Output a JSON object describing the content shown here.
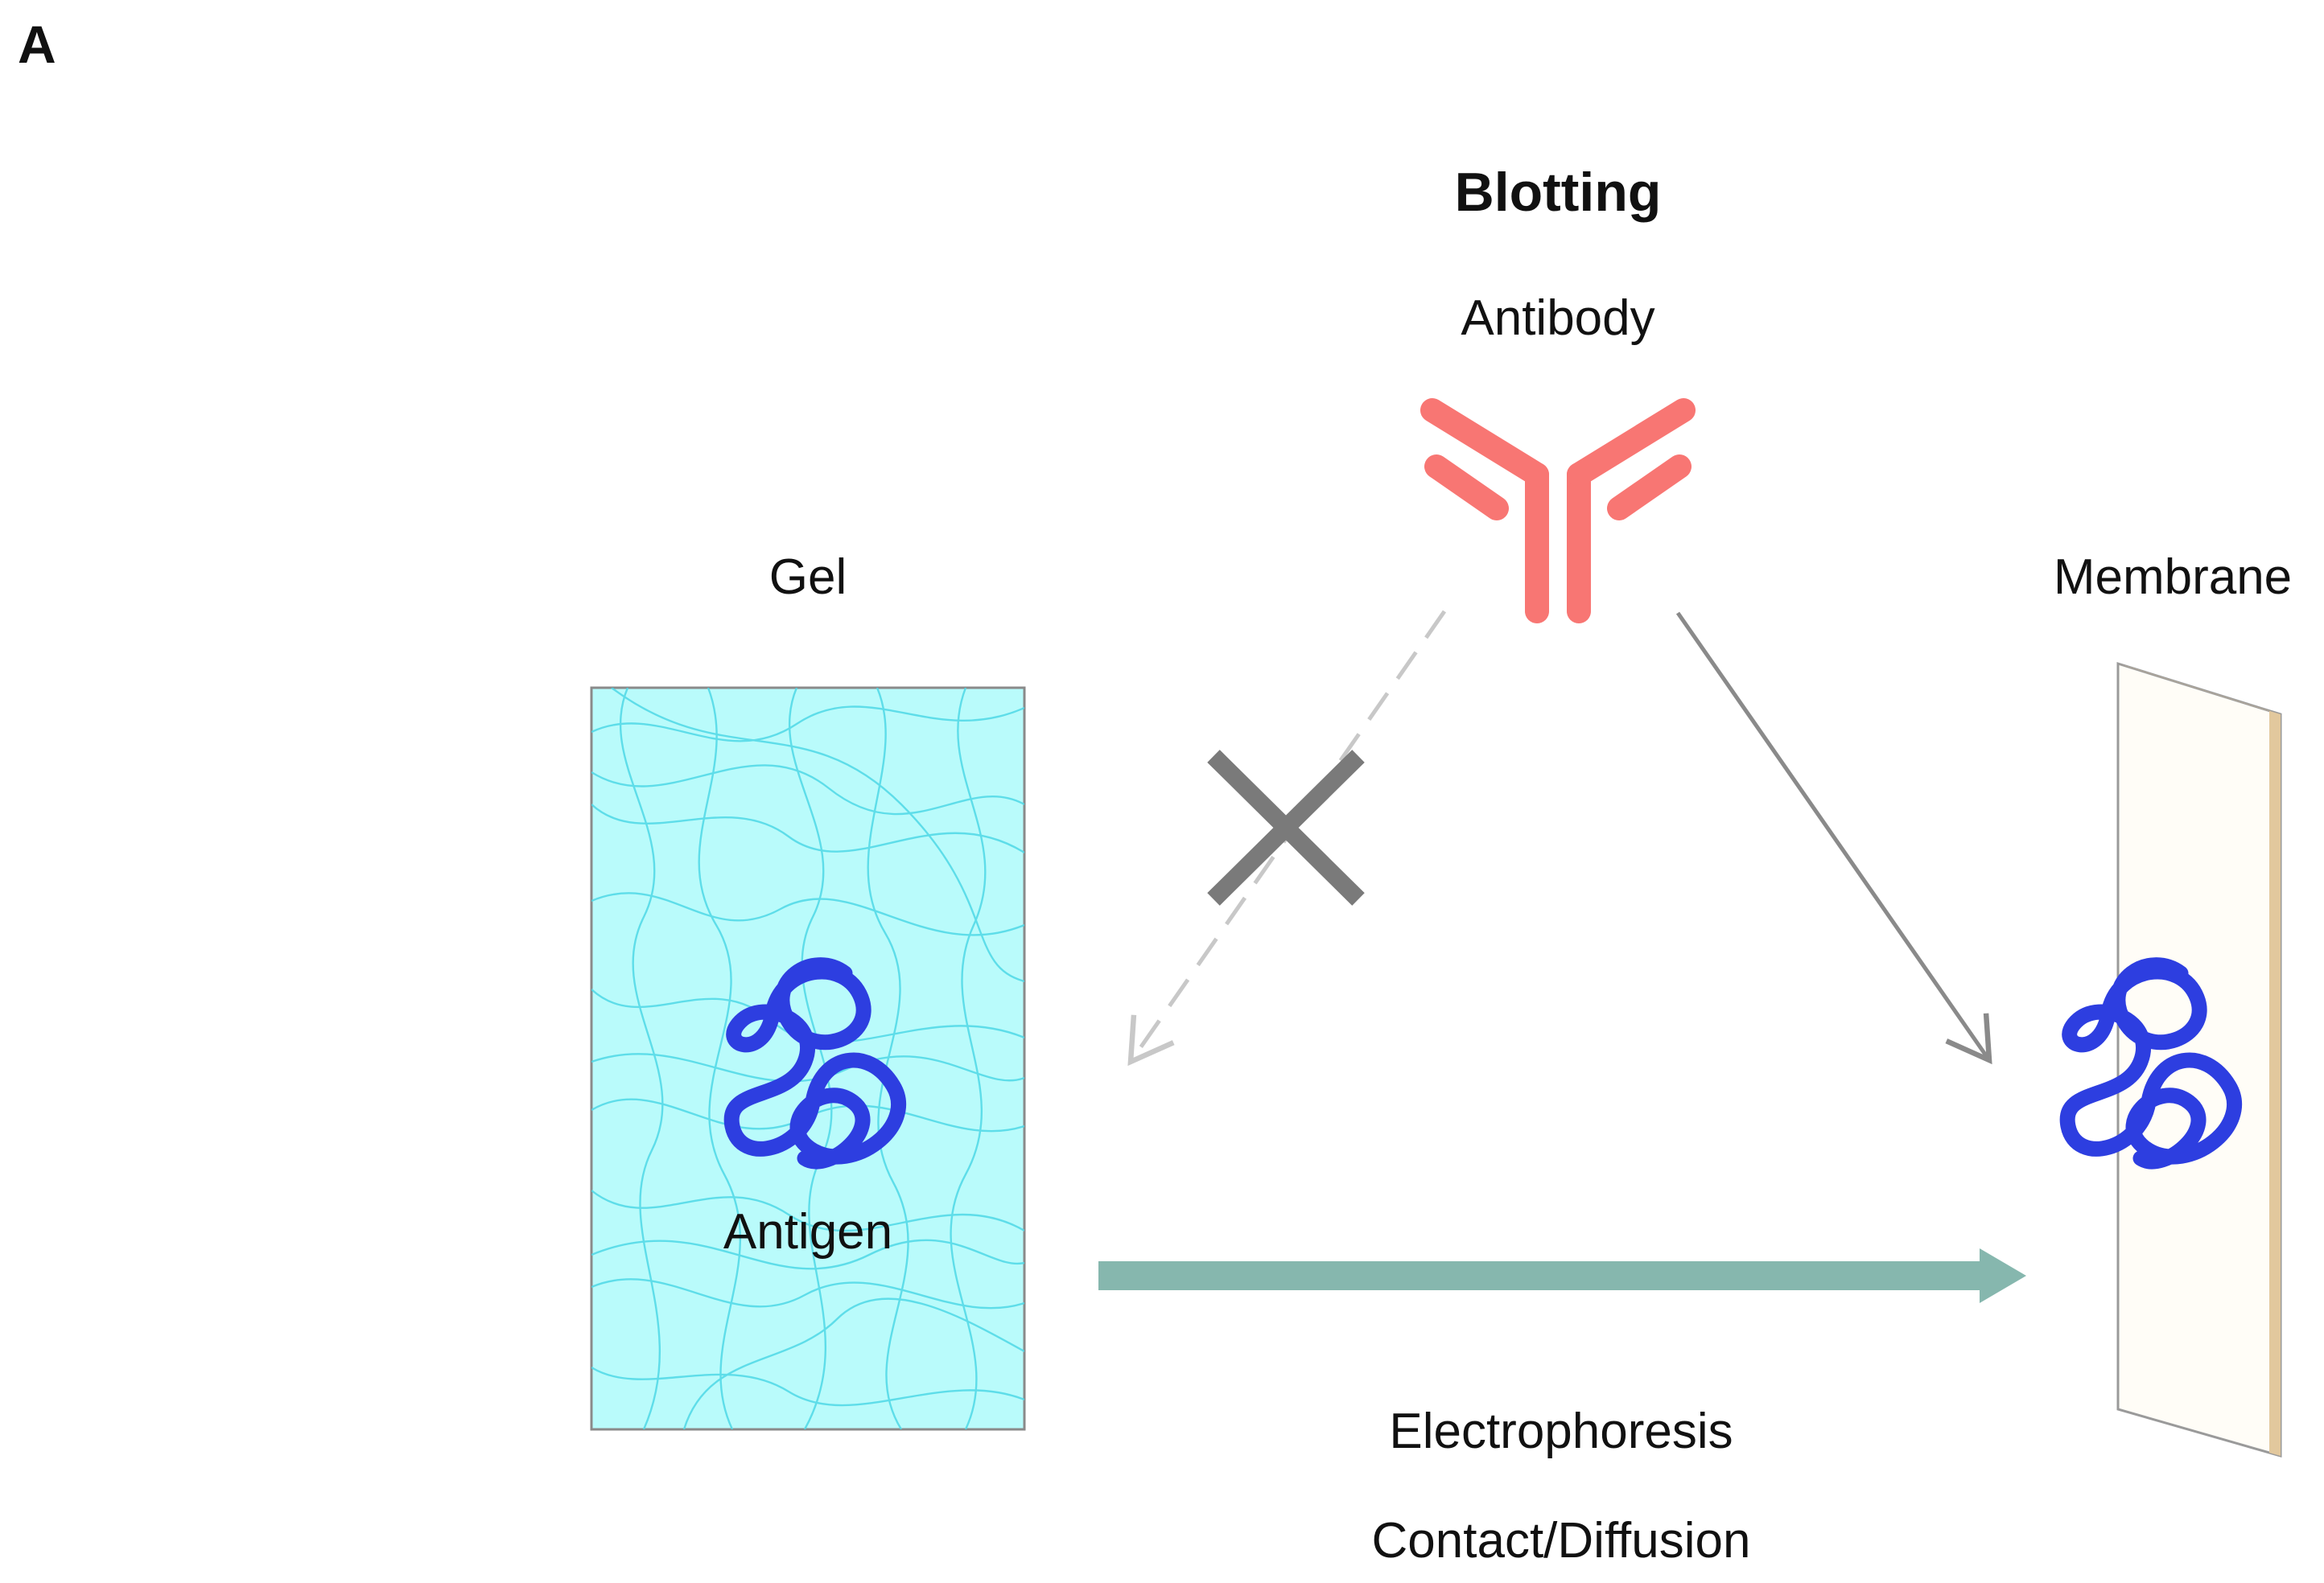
{
  "panel_label": "A",
  "title": "Blotting",
  "labels": {
    "antibody": "Antibody",
    "gel": "Gel",
    "membrane": "Membrane",
    "antigen": "Antigen",
    "process_line1": "Electrophoresis",
    "process_line2": "Contact/Diffusion"
  },
  "colors": {
    "antibody": "#f87673",
    "gel_fill": "#b9fbfb",
    "gel_fibers": "#4fd8e6",
    "gel_border": "#8a8a8a",
    "antigen": "#2d3ee0",
    "membrane_face": "#fffdf7",
    "membrane_edge": "#e2c89d",
    "transfer_arrow": "#86b7ae",
    "blocked_arrow": "#c8c8c8",
    "binding_arrow": "#8a8a8a",
    "cross": "#7a7a7a"
  },
  "icons": {
    "antibody": "antibody-y-icon",
    "antigen": "antigen-coil-icon",
    "blocked": "cross-icon"
  }
}
